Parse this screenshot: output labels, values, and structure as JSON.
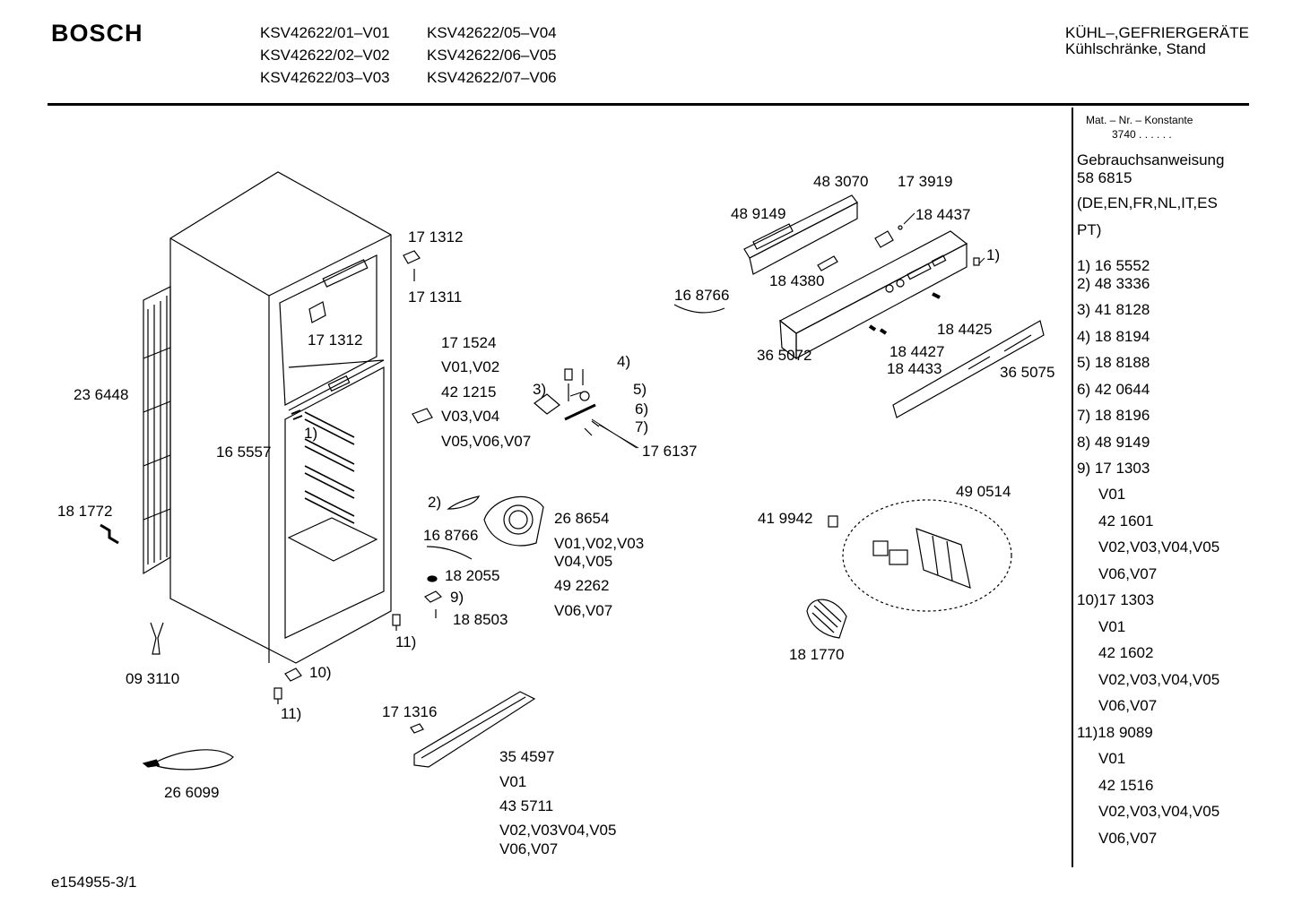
{
  "header": {
    "brand": "BOSCH",
    "models_col1": [
      "KSV42622/01–V01",
      "KSV42622/02–V02",
      "KSV42622/03–V03"
    ],
    "models_col2": [
      "KSV42622/05–V04",
      "KSV42622/06–V05",
      "KSV42622/07–V06"
    ],
    "category": "KÜHL–,GEFRIERGERÄTE",
    "subcategory": "Kühlschränke, Stand"
  },
  "sidebar": {
    "mat_label": "Mat. – Nr. – Konstante",
    "mat_value": "3740 . . . . . .",
    "manual_label": "Gebrauchsanweisung",
    "manual_number": "58 6815",
    "languages_1": "(DE,EN,FR,NL,IT,ES",
    "languages_2": "PT)",
    "refs": [
      "1) 16 5552",
      "2) 48 3336",
      "3) 41 8128",
      "4) 18 8194",
      "5) 18 8188",
      "6) 42 0644",
      "7) 18 8196",
      "8) 48 9149",
      "9) 17 1303",
      "V01",
      "42 1601",
      "V02,V03,V04,V05",
      "V06,V07",
      "10)17 1303",
      "V01",
      "42 1602",
      "V02,V03,V04,V05",
      "V06,V07",
      "11)18 9089",
      "V01",
      "42 1516",
      "V02,V03,V04,V05",
      "V06,V07"
    ]
  },
  "labels": {
    "l171312a": "17 1312",
    "l171311": "17 1311",
    "l171312b": "17 1312",
    "l236448": "23 6448",
    "l165557": "16 5557",
    "l1a": "1)",
    "l181772": "18 1772",
    "l093110": "09 3110",
    "l10": "10)",
    "l11a": "11)",
    "l11b": "11)",
    "l266099": "26 6099",
    "l171316": "17 1316",
    "l354597": "35 4597",
    "lV01a": "V01",
    "l435711": "43 5711",
    "lV02a": "V02,V03V04,V05",
    "lV06a": "V06,V07",
    "l171524": "17 1524",
    "lV0102": "V01,V02",
    "l421215": "42 1215",
    "lV0304": "V03,V04",
    "lV050607": "V05,V06,V07",
    "l3": "3)",
    "l4": "4)",
    "l5": "5)",
    "l6": "6)",
    "l7": "7)",
    "l176137": "17 6137",
    "l2": "2)",
    "l268654": "26 8654",
    "l168766b": "16 8766",
    "lV010203": "V01,V02,V03",
    "lV0405": "V04,V05",
    "l182055": "18 2055",
    "l9": "9)",
    "l492262": "49 2262",
    "l188503": "18 8503",
    "lV0607": "V06,V07",
    "l168766a": "16 8766",
    "l489149": "48 9149",
    "l483070": "48 3070",
    "l173919": "17 3919",
    "l184437": "18 4437",
    "l1b": "1)",
    "l184380": "18 4380",
    "l184425": "18 4425",
    "l365072": "36 5072",
    "l184427": "18 4427",
    "l184433": "18 4433",
    "l365075": "36 5075",
    "l490514": "49 0514",
    "l419942": "41 9942",
    "l181770": "18 1770"
  },
  "footer": {
    "code": "e154955-3/1"
  }
}
